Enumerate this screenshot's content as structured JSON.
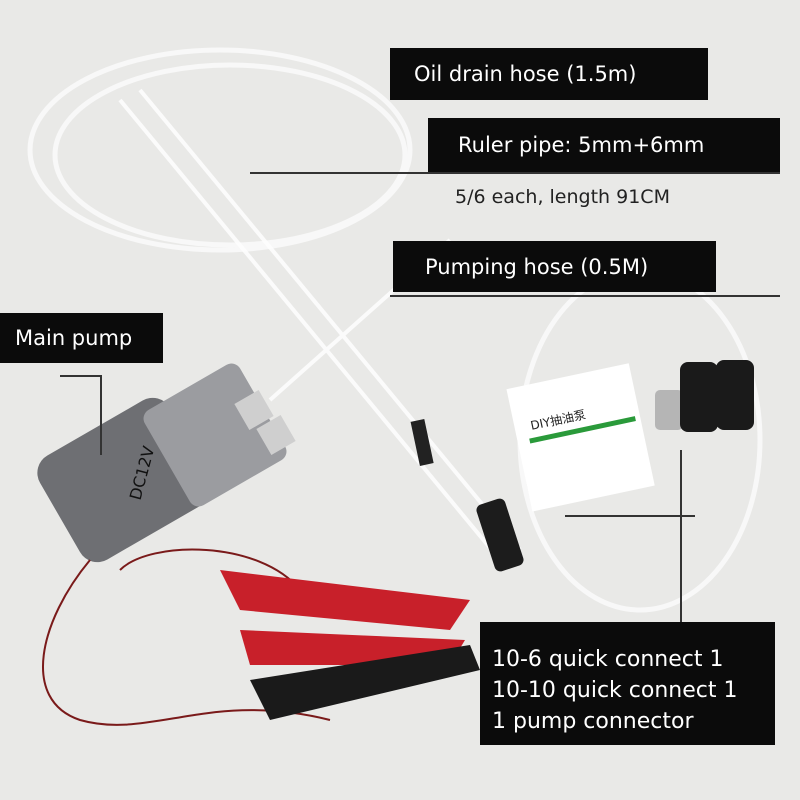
{
  "labels": {
    "oil_drain_hose": "Oil drain hose (1.5m)",
    "ruler_pipe": "Ruler pipe: 5mm+6mm",
    "ruler_pipe_detail": "5/6 each, length 91CM",
    "pumping_hose": "Pumping hose (0.5M)",
    "main_pump": "Main pump",
    "connectors": [
      "10-6 quick connect 1",
      "10-10 quick connect 1",
      "1 pump connector"
    ]
  },
  "product": {
    "pump_marking": "DC12V",
    "card_title": "DIY抽油泵"
  },
  "colors": {
    "label_bg": "#0b0b0b",
    "background": "#e9e9e7",
    "clip_red": "#c8202a",
    "clip_black": "#1a1a1a"
  }
}
